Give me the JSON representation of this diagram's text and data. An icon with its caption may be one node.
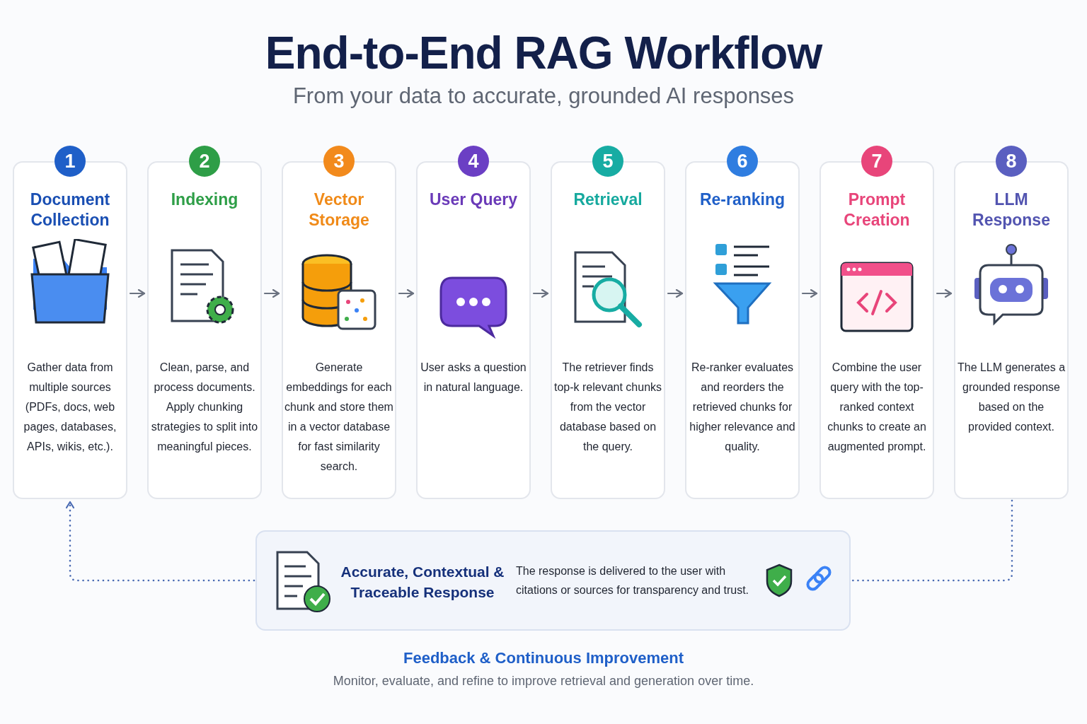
{
  "diagram": {
    "title": "End-to-End RAG Workflow",
    "nodes": [
      {
        "text": [
          "1",
          "Document Collection",
          "Gather data from multiple sources (PDFs, docs, web pages, databases, APIs, wikis, etc.)."
        ]
      },
      {
        "text": [
          "2",
          "Indexing",
          "Clean, parse, and process documents. Apply chunking strategies to split into meaningful pieces."
        ]
      },
      {
        "text": [
          "3",
          "Vector Storage",
          "Generate embeddings for each chunk and store them in a vector database for fast similarity search."
        ]
      },
      {
        "text": [
          "4",
          "User Query",
          "User asks a question in natural language."
        ]
      },
      {
        "text": [
          "5",
          "Retrieval",
          "The retriever finds top-k relevant chunks from the vector database based on the query."
        ]
      },
      {
        "text": [
          "6",
          "Re-ranking",
          "Re-ranker evaluates and reorders the retrieved chunks for higher relevance and quality."
        ]
      },
      {
        "text": [
          "7",
          "Prompt Creation",
          "Combine the user query with the top-ranked context chunks to create an augmented prompt."
        ]
      },
      {
        "text": [
          "8",
          "LLM Response",
          "The LLM generates a grounded response based on the provided context."
        ]
      },
      {
        "text": [
          "Accurate, Contextual & Traceable Response",
          "The response is delivered to the user with citations or sources for transparency and trust."
        ]
      }
    ],
    "edges": [
      {
        "from": 0,
        "to": 1,
        "arrow": "to"
      },
      {
        "from": 1,
        "to": 2,
        "arrow": "to"
      },
      {
        "from": 2,
        "to": 3,
        "arrow": "to"
      },
      {
        "from": 3,
        "to": 4,
        "arrow": "to"
      },
      {
        "from": 4,
        "to": 5,
        "arrow": "to"
      },
      {
        "from": 5,
        "to": 6,
        "arrow": "to"
      },
      {
        "from": 6,
        "to": 7,
        "arrow": "to"
      },
      {
        "from": 7,
        "to": 8,
        "arrow": "none",
        "style": "dashed",
        "color": "#4a6bb3"
      },
      {
        "from": 8,
        "to": 0,
        "arrow": "to",
        "style": "dashed",
        "color": "#4a6bb3"
      }
    ],
    "labels": [
      "From your data to accurate, grounded AI responses",
      "Feedback & Continuous Improvement",
      "Monitor, evaluate, and refine to improve retrieval and generation over time."
    ]
  }
}
